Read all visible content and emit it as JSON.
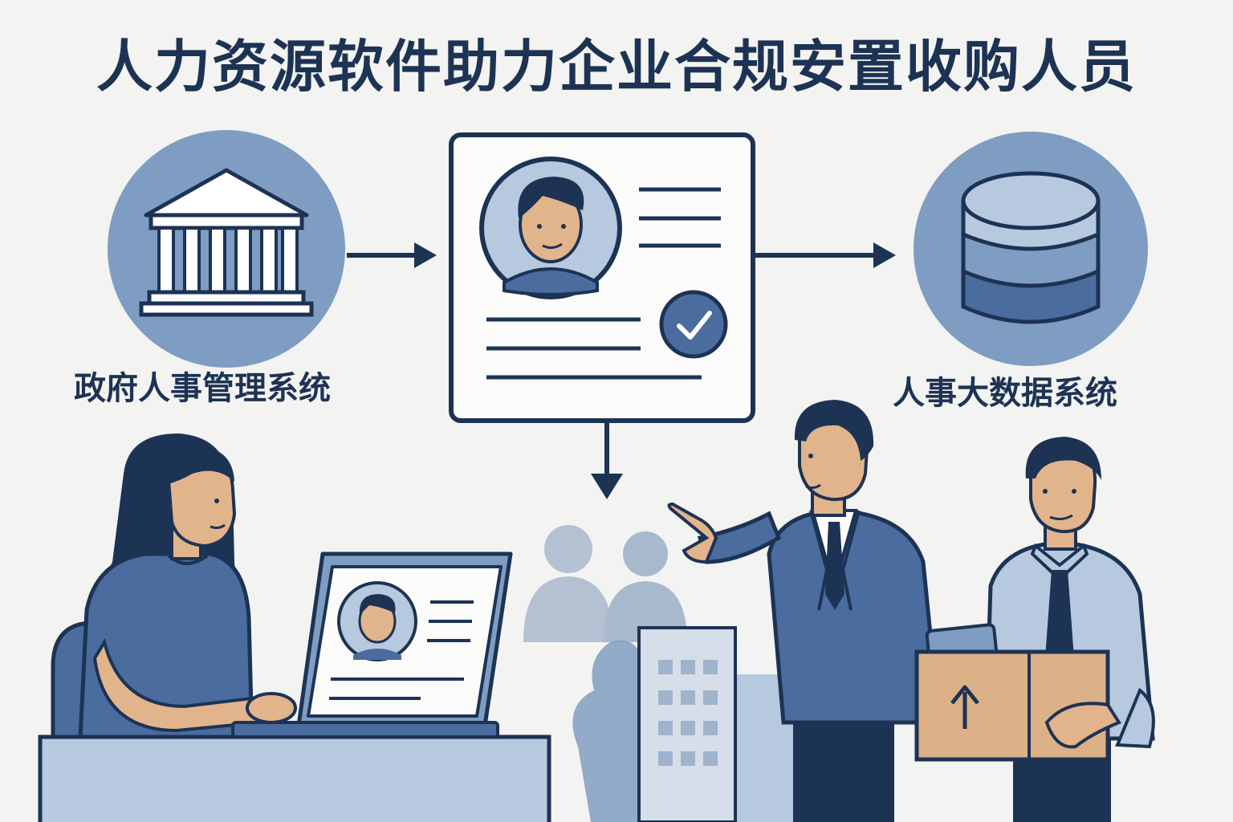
{
  "title": "人力资源软件助力企业合规安置收购人员",
  "nodes": {
    "left": {
      "label": "政府人事管理系统",
      "icon": "government-building-icon"
    },
    "center": {
      "icon": "employee-profile-card-icon",
      "status_icon": "check-circle-icon"
    },
    "right": {
      "label": "人事大数据系统",
      "icon": "database-icon"
    }
  },
  "colors": {
    "navy": "#1d3354",
    "mid_blue": "#7f9dc2",
    "light_blue": "#b7c9de",
    "suit_blue": "#4a6c9e",
    "skin": "#e2b48c",
    "background": "#f3f3f1"
  }
}
